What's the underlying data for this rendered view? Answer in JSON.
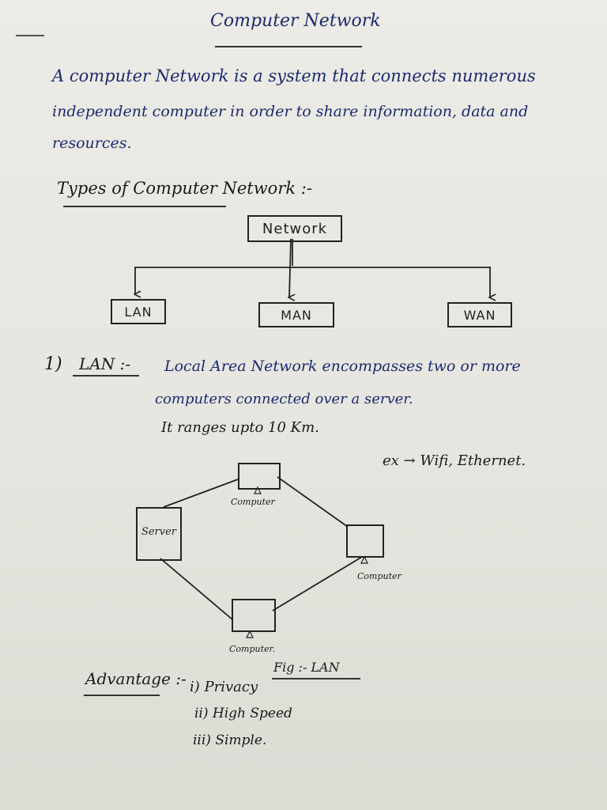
{
  "page": {
    "title": "Computer Network",
    "definition": [
      "A computer Network is a system that connects numerous",
      "independent computer in order to share information, data and",
      "resources."
    ],
    "types_heading": "Types of Computer Network :-",
    "tree": {
      "root": "Network",
      "children": [
        "LAN",
        "MAN",
        "WAN"
      ]
    },
    "lan_section": {
      "number": "1)",
      "heading": "LAN :-",
      "lines": [
        "Local Area Network encompasses two or more",
        "computers connected over a server.",
        "It ranges upto 10 Km."
      ],
      "example": "ex → Wifi, Ethernet."
    },
    "lan_figure": {
      "server_label": "Server",
      "computer_labels": [
        "Computer",
        "Computer",
        "Computer."
      ],
      "caption": "Fig :- LAN"
    },
    "advantages": {
      "heading": "Advantage :-",
      "items": [
        "i) Privacy",
        "ii) High Speed",
        "iii) Simple."
      ]
    }
  }
}
